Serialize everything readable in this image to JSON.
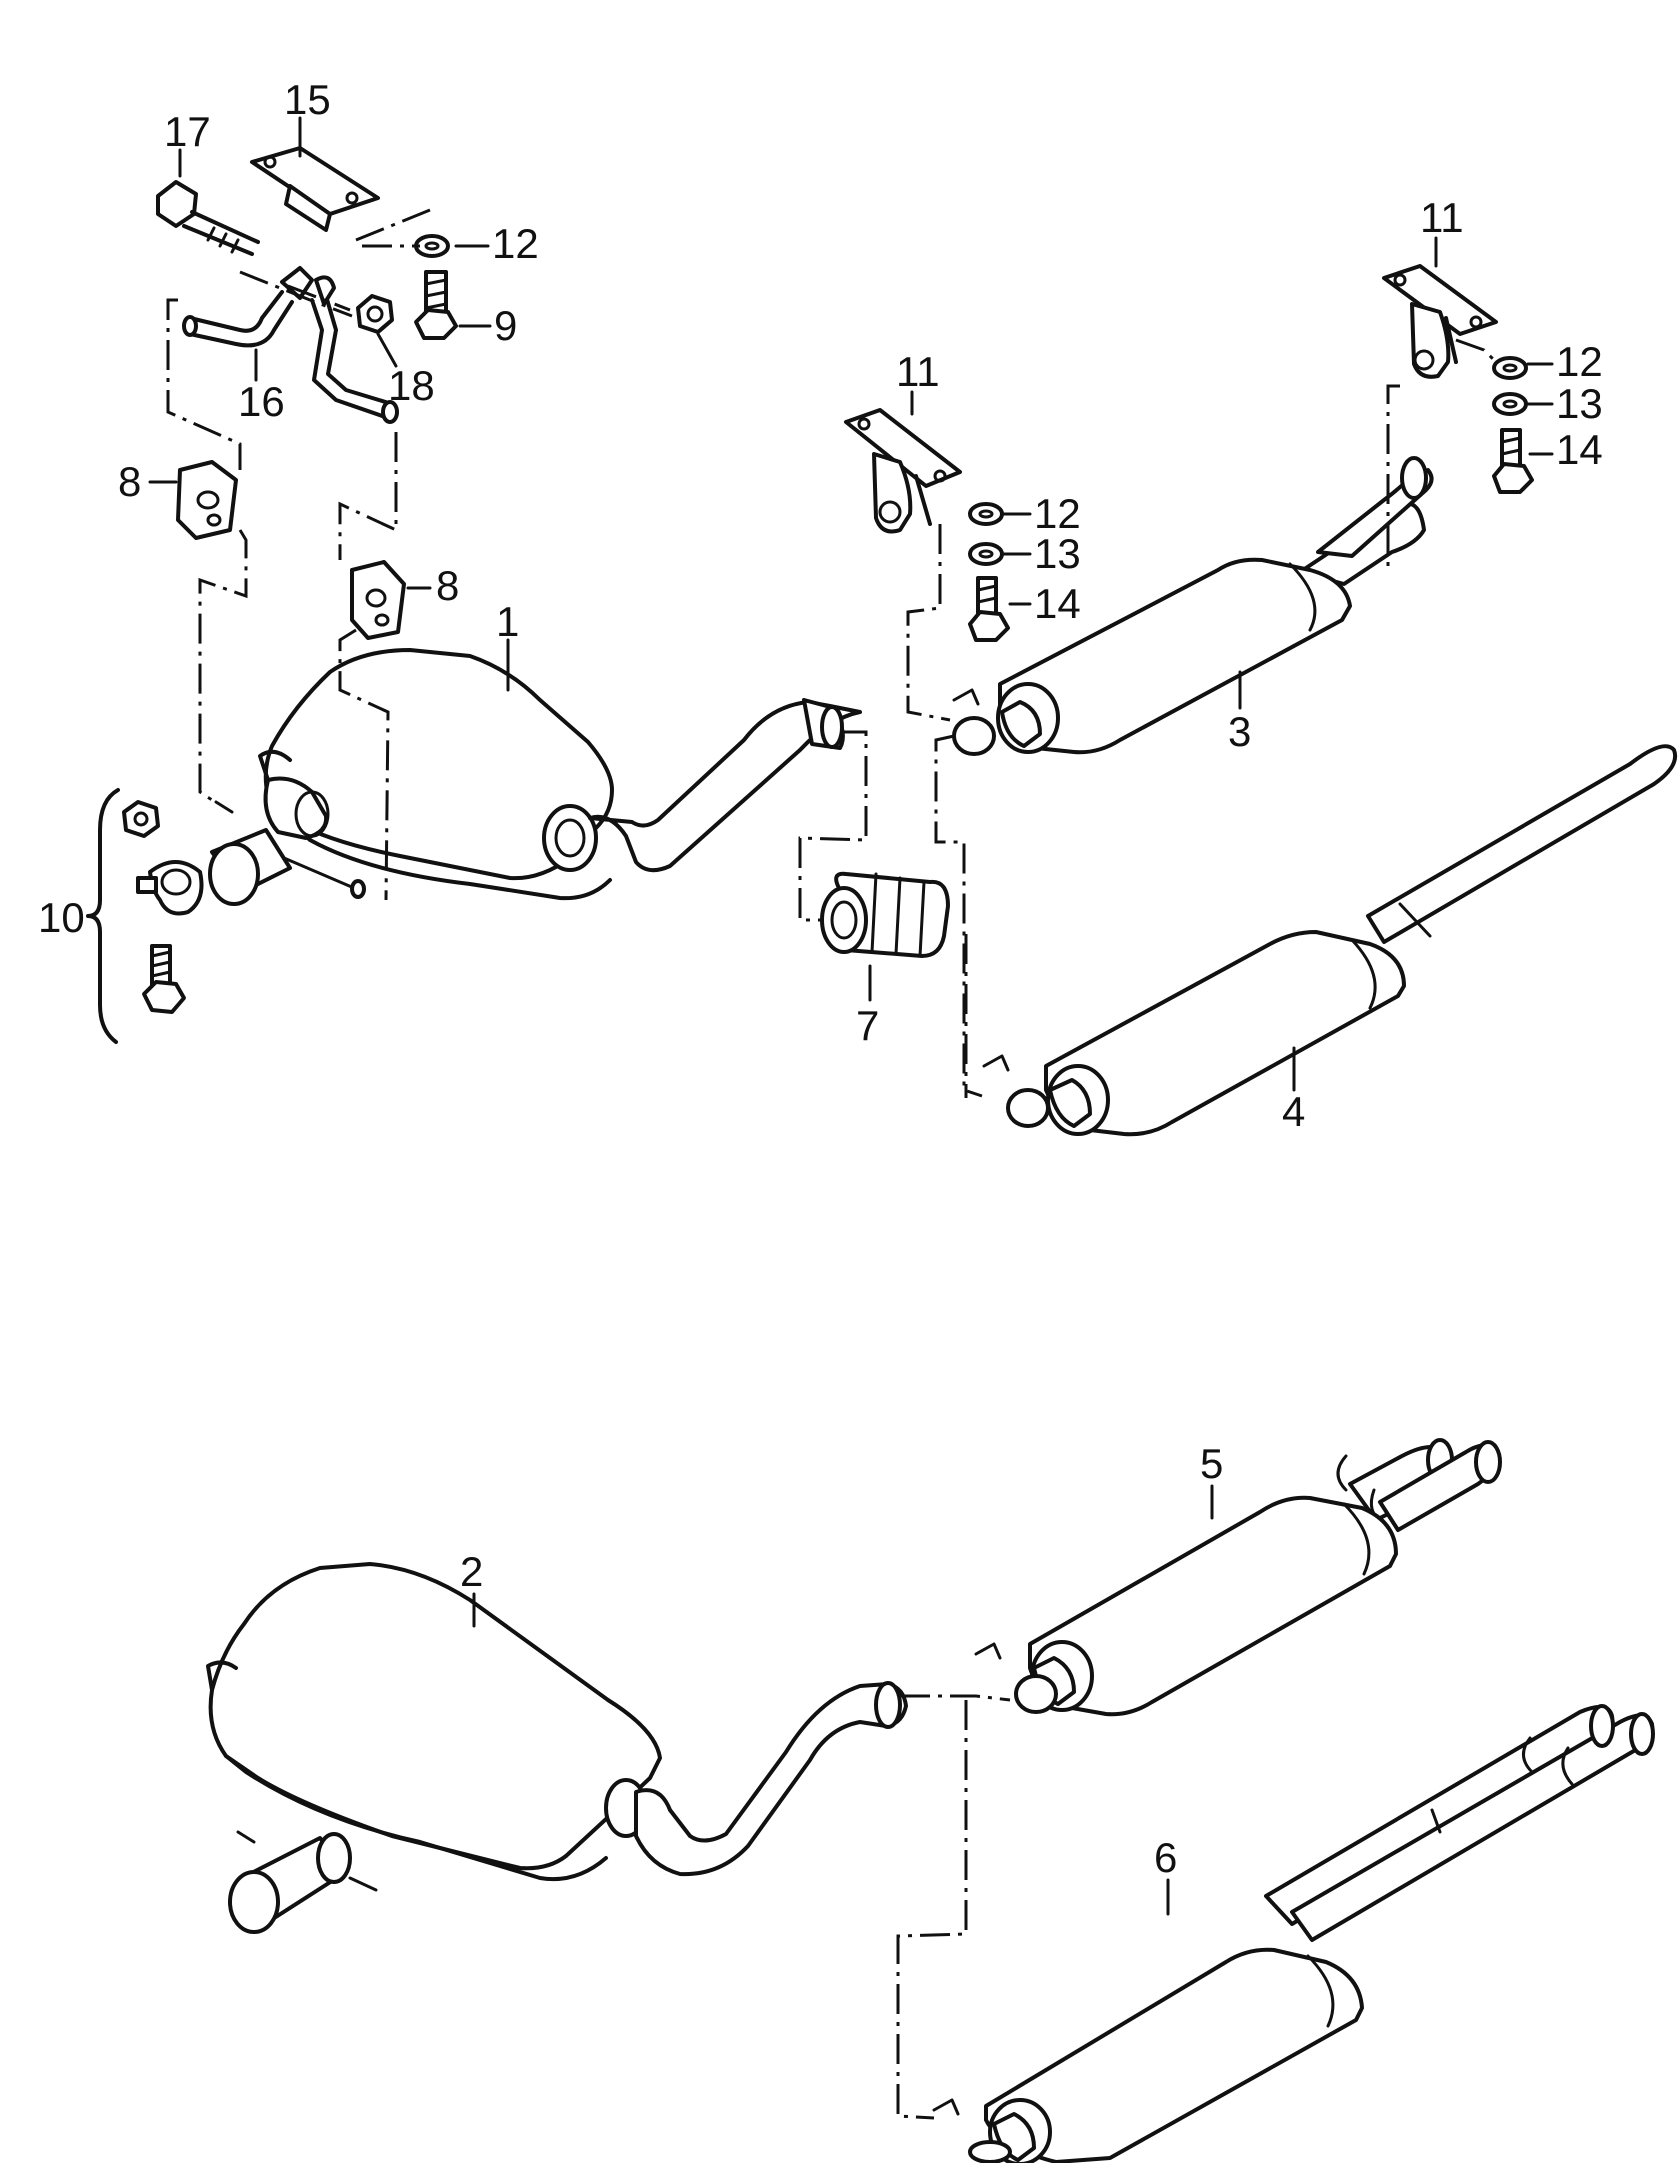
{
  "callouts": {
    "c1": "1",
    "c2": "2",
    "c3": "3",
    "c4": "4",
    "c5": "5",
    "c6": "6",
    "c7": "7",
    "c8a": "8",
    "c8b": "8",
    "c9": "9",
    "c10": "10",
    "c11a": "11",
    "c11b": "11",
    "c12a": "12",
    "c12b": "12",
    "c12c": "12",
    "c13a": "13",
    "c13b": "13",
    "c14a": "14",
    "c14b": "14",
    "c15": "15",
    "c16": "16",
    "c17": "17",
    "c18": "18"
  },
  "colors": {
    "line": "#111111",
    "background": "#ffffff"
  }
}
